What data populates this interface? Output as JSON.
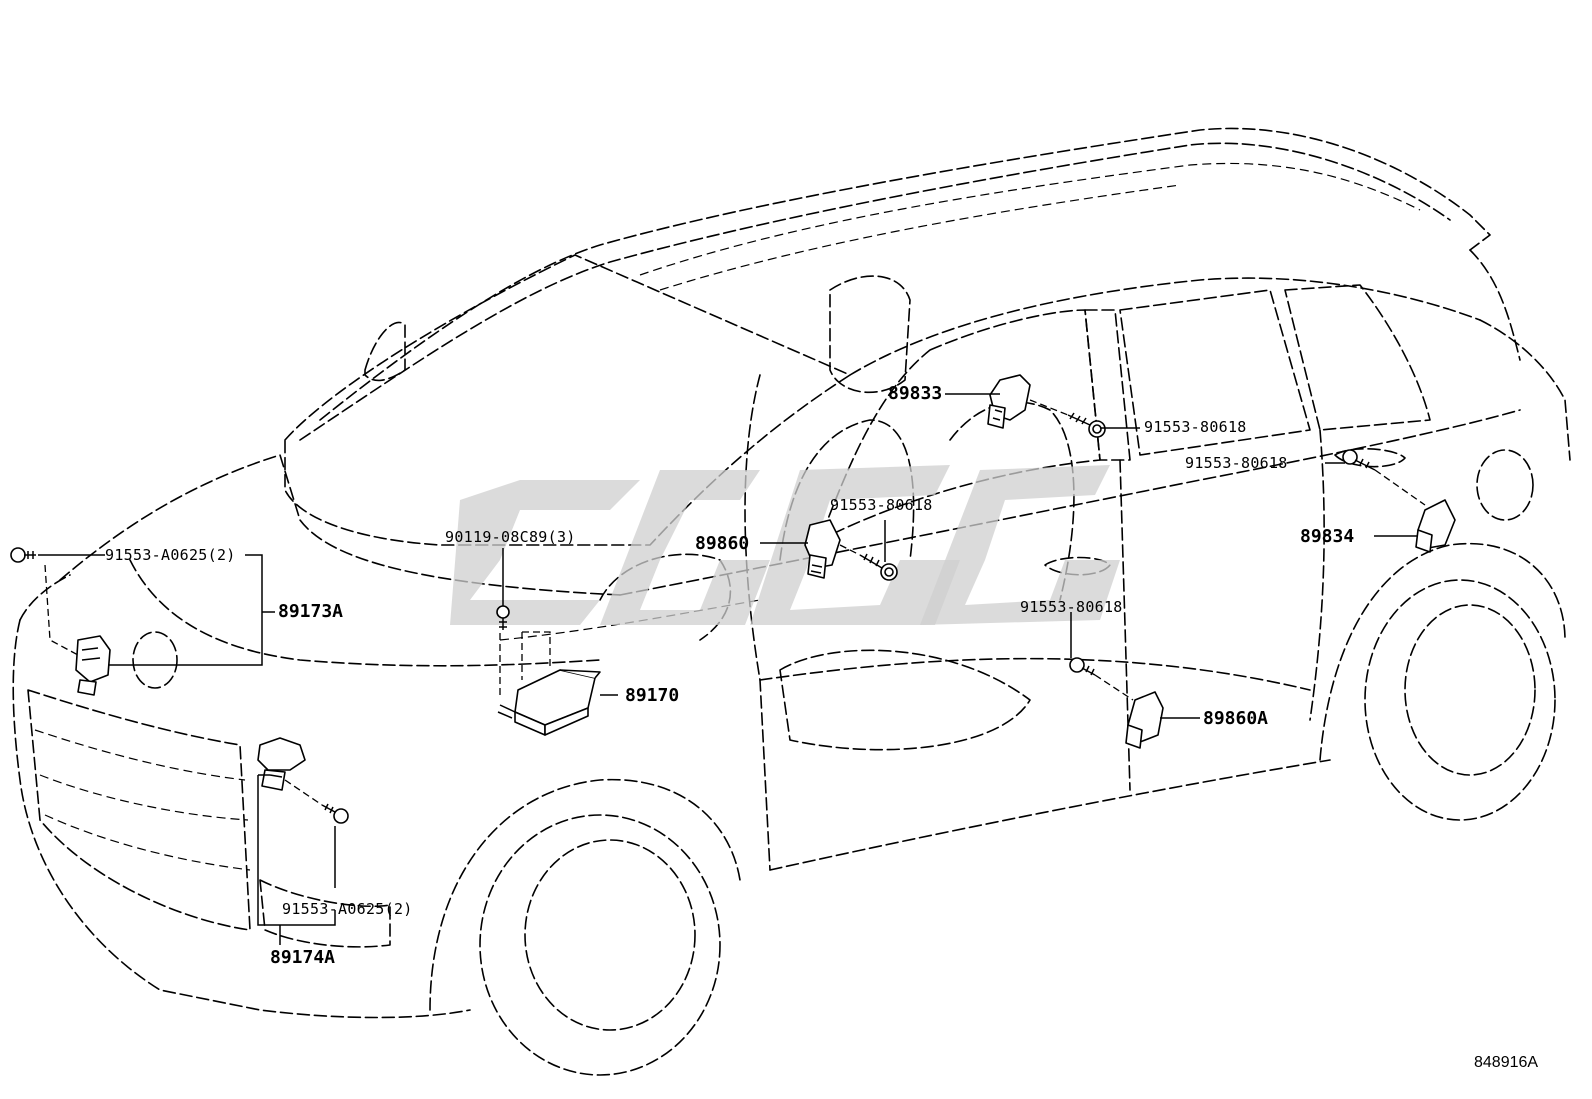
{
  "diagram_ref": "848916A",
  "callouts": {
    "part_89833": "89833",
    "bolt_89833": "91553-80618",
    "bolt_89834": "91553-80618",
    "part_89834": "89834",
    "bolt_89860": "91553-80618",
    "part_89860": "89860",
    "screw_89170": "90119-08C89(3)",
    "bolt_front_upper": "91553-A0625(2)",
    "part_89173a": "89173A",
    "part_89170": "89170",
    "bolt_89860a": "91553-80618",
    "part_89860a": "89860A",
    "bolt_front_lower": "91553-A0625(2)",
    "part_89174a": "89174A"
  }
}
